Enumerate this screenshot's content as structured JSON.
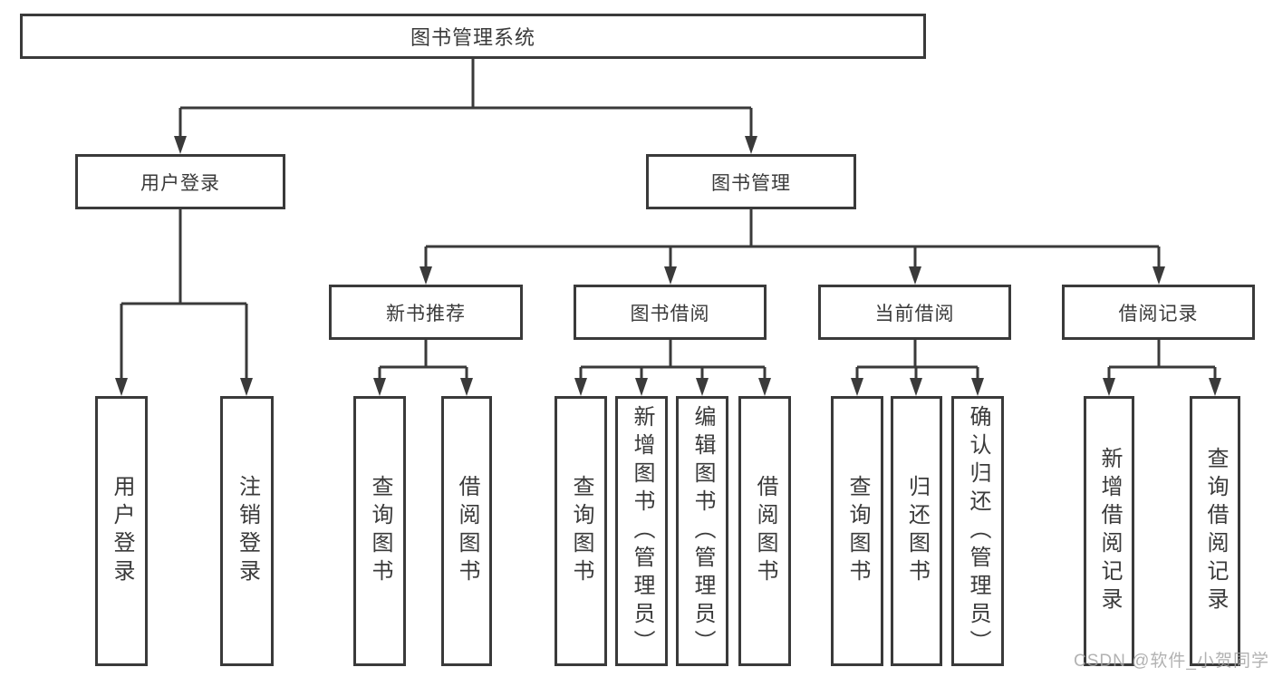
{
  "diagram": {
    "tree": {
      "label": "图书管理系统",
      "children": [
        {
          "label": "用户登录",
          "children": [
            {
              "label": "用户登录"
            },
            {
              "label": "注销登录"
            }
          ]
        },
        {
          "label": "图书管理",
          "children": [
            {
              "label": "新书推荐",
              "children": [
                {
                  "label": "查询图书"
                },
                {
                  "label": "借阅图书"
                }
              ]
            },
            {
              "label": "图书借阅",
              "children": [
                {
                  "label": "查询图书"
                },
                {
                  "label": "新增图书（管理员）"
                },
                {
                  "label": "编辑图书（管理员）"
                },
                {
                  "label": "借阅图书"
                }
              ]
            },
            {
              "label": "当前借阅",
              "children": [
                {
                  "label": "查询图书"
                },
                {
                  "label": "归还图书"
                },
                {
                  "label": "确认归还（管理员）"
                }
              ]
            },
            {
              "label": "借阅记录",
              "children": [
                {
                  "label": "新增借阅记录"
                },
                {
                  "label": "查询借阅记录"
                }
              ]
            }
          ]
        }
      ]
    },
    "colors": {
      "line": "#3a3a3a",
      "box_background": "#ffffff",
      "page_background": "#ffffff",
      "watermark": "#b3b3b3"
    }
  },
  "watermark": {
    "text": "CSDN @软件_小贺同学"
  }
}
